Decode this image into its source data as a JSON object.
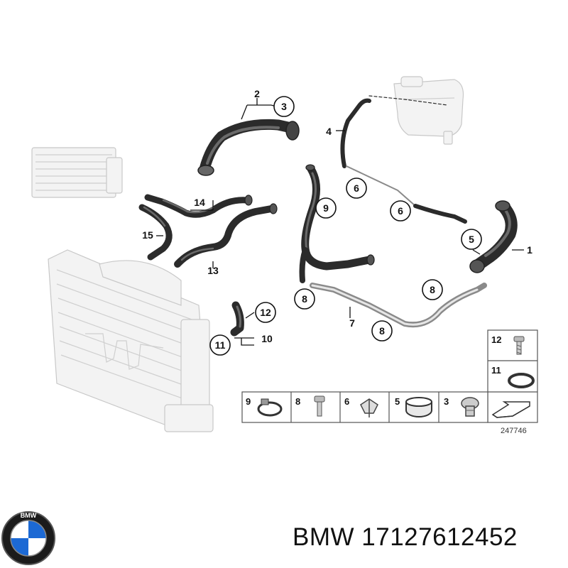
{
  "diagram": {
    "reference_number": "247746",
    "callouts": {
      "c1": "1",
      "c2": "2",
      "c3": "3",
      "c4": "4",
      "c5": "5",
      "c6a": "6",
      "c6b": "6",
      "c7": "7",
      "c8a": "8",
      "c8b": "8",
      "c8c": "8",
      "c9": "9",
      "c10": "10",
      "c11": "11",
      "c12": "12",
      "c13": "13",
      "c14": "14",
      "c15": "15"
    },
    "legend": {
      "right": [
        "12",
        "11"
      ],
      "bottom": [
        "9",
        "8",
        "6",
        "5",
        "3"
      ]
    }
  },
  "footer": {
    "brand": "BMW",
    "part_number": "17127612452",
    "logo_letters": "BMW"
  }
}
